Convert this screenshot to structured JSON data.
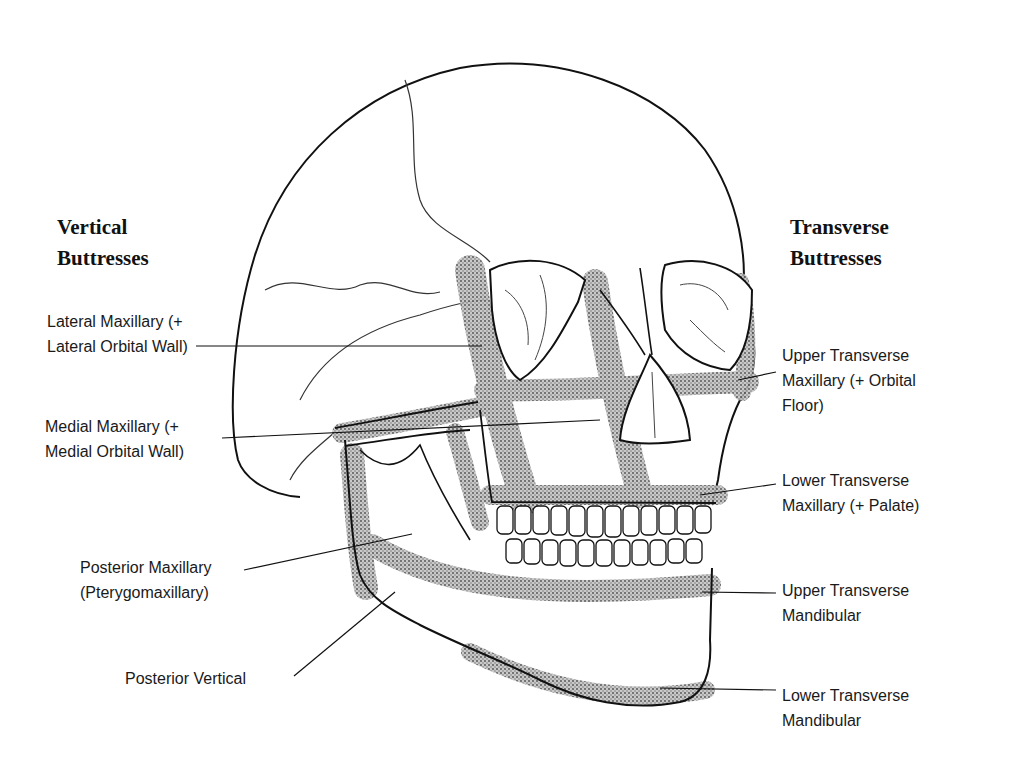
{
  "diagram": {
    "labels": [
      "Vertical Buttresses",
      "Lateral Maxillary (+ Lateral Orbital Wall)",
      "Medial Maxillary (+ Medial Orbital Wall)",
      "Posterior Maxillary (Pterygomaxillary)",
      "Posterior Vertical",
      "Transverse Buttresses",
      "Upper Transverse Maxillary (+ Orbital Floor)",
      "Lower Transverse Maxillary (+ Palate)",
      "Upper Transverse Mandibular",
      "Lower Transverse Mandibular"
    ]
  }
}
